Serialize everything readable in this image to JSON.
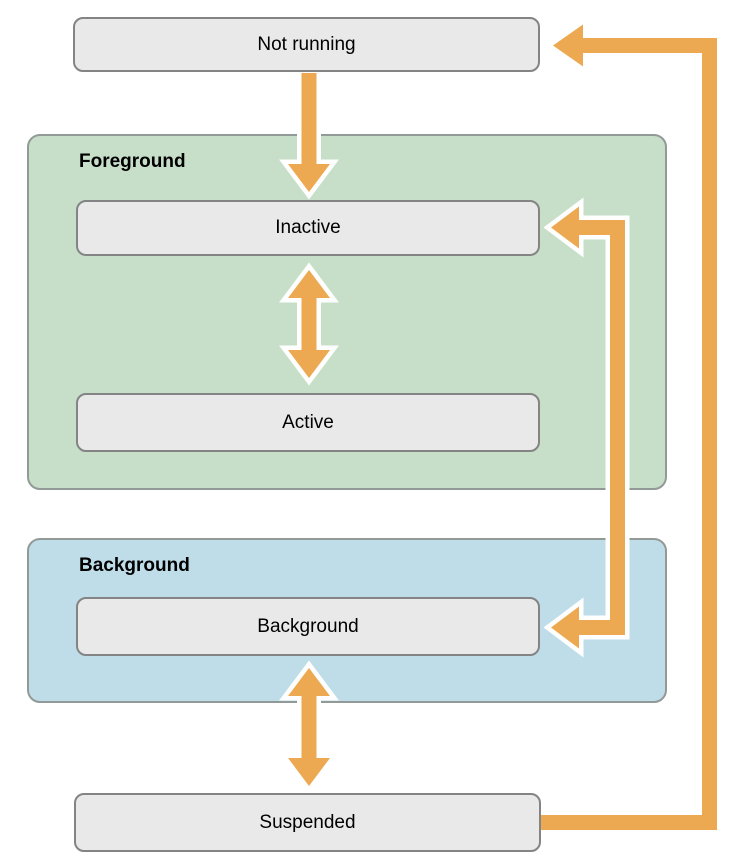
{
  "diagram": {
    "type": "state-diagram",
    "states": [
      {
        "id": "not-running",
        "label": "Not running"
      },
      {
        "id": "inactive",
        "label": "Inactive"
      },
      {
        "id": "active",
        "label": "Active"
      },
      {
        "id": "background",
        "label": "Background"
      },
      {
        "id": "suspended",
        "label": "Suspended"
      }
    ],
    "groups": [
      {
        "id": "foreground",
        "label": "Foreground"
      },
      {
        "id": "background",
        "label": "Background"
      }
    ],
    "transitions": [
      {
        "from": "not-running",
        "to": "inactive",
        "style": "single-arrow-down"
      },
      {
        "between": [
          "inactive",
          "active"
        ],
        "style": "double-arrow-vertical"
      },
      {
        "between": [
          "inactive",
          "background"
        ],
        "style": "double-arrow-elbow-right"
      },
      {
        "between": [
          "background",
          "suspended"
        ],
        "style": "double-arrow-vertical"
      },
      {
        "from": "suspended",
        "to": "not-running",
        "style": "single-arrow-elbow-right"
      }
    ],
    "colors": {
      "arrow": "#ECA951",
      "arrow_outline": "#FFFFFF",
      "foreground_fill": "#C7DFC8",
      "background_fill": "#BFDDE9",
      "state_fill": "#E9E9E9",
      "state_border": "#848484",
      "group_border": "#929A98",
      "text": "#000000"
    }
  }
}
